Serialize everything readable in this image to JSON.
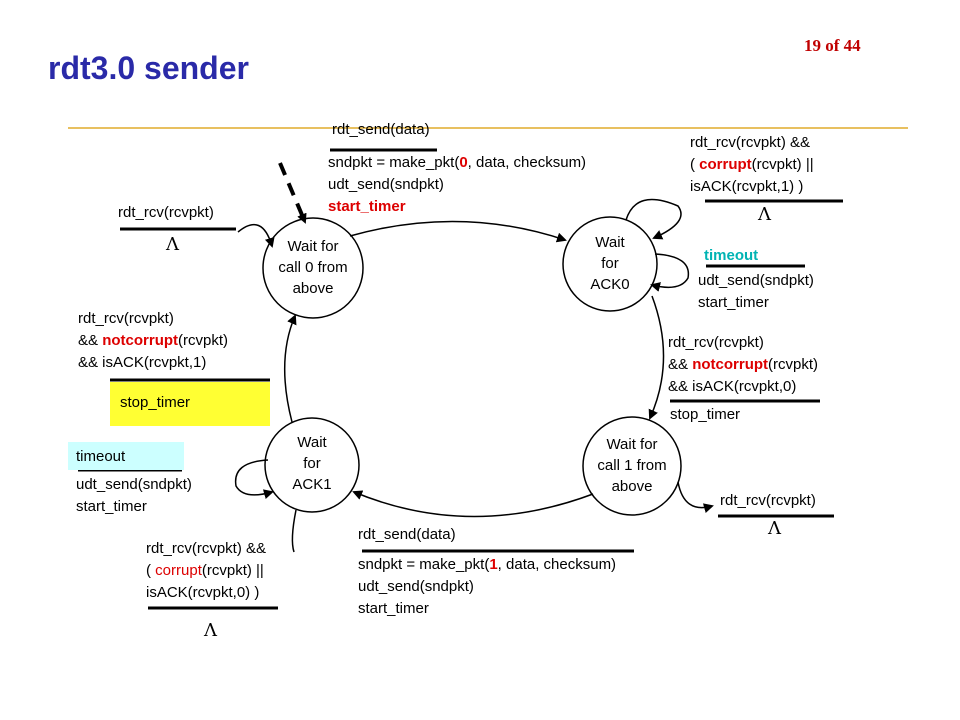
{
  "slide": {
    "title": "rdt3.0 sender",
    "page_number": "19 of 44"
  },
  "states": {
    "wait_call0": [
      "Wait for",
      "call 0 from",
      "above"
    ],
    "wait_ack0": [
      "Wait",
      "for",
      "ACK0"
    ],
    "wait_call1": [
      "Wait for",
      "call 1 from",
      "above"
    ],
    "wait_ack1": [
      "Wait",
      "for",
      "ACK1"
    ]
  },
  "transitions": {
    "call0_to_ack0": {
      "event": "rdt_send(data)",
      "action_1_pre": "sndpkt = make_pkt(",
      "action_1_highlight": "0",
      "action_1_post": ", data, checksum)",
      "action_2": "udt_send(sndpkt)",
      "action_3": "start_timer"
    },
    "ack0_self_corrupt": {
      "event_1": "rdt_rcv(rcvpkt) &&",
      "event_2_pre": "( ",
      "event_2_highlight": "corrupt",
      "event_2_post": "(rcvpkt) ||",
      "event_3": "isACK(rcvpkt,1) )",
      "action": "Λ"
    },
    "ack0_timeout": {
      "event": "timeout",
      "action_1": "udt_send(sndpkt)",
      "action_2": "start_timer"
    },
    "call0_self": {
      "event": "rdt_rcv(rcvpkt)",
      "action": "Λ"
    },
    "ack1_to_call0": {
      "event_1": "rdt_rcv(rcvpkt)",
      "event_2_pre": "&& ",
      "event_2_highlight": "notcorrupt",
      "event_2_post": "(rcvpkt)",
      "event_3": "&& isACK(rcvpkt,1)",
      "action": "stop_timer"
    },
    "ack0_to_call1": {
      "event_1": "rdt_rcv(rcvpkt)",
      "event_2_pre": "&& ",
      "event_2_highlight": "notcorrupt",
      "event_2_post": "(rcvpkt)",
      "event_3": "&& isACK(rcvpkt,0)",
      "action": "stop_timer"
    },
    "ack1_timeout": {
      "event": "timeout",
      "action_1": "udt_send(sndpkt)",
      "action_2": "start_timer"
    },
    "call1_self": {
      "event": "rdt_rcv(rcvpkt)",
      "action": "Λ"
    },
    "call1_to_ack1": {
      "event": "rdt_send(data)",
      "action_1_pre": "sndpkt = make_pkt(",
      "action_1_highlight": "1",
      "action_1_post": ", data, checksum)",
      "action_2": "udt_send(sndpkt)",
      "action_3": "start_timer"
    },
    "ack1_self_corrupt": {
      "event_1": "rdt_rcv(rcvpkt) &&",
      "event_2_pre": "( ",
      "event_2_highlight": "corrupt",
      "event_2_post": "(rcvpkt) ||",
      "event_3": "isACK(rcvpkt,0) )",
      "action": "Λ"
    }
  },
  "colors": {
    "title": "#2a2aa8",
    "page_number": "#c00000",
    "highlight_text": "#dd0000",
    "title_rule": "#e8c060",
    "stop_timer_box": "#ffff33",
    "timeout_box": "#ccffff"
  }
}
